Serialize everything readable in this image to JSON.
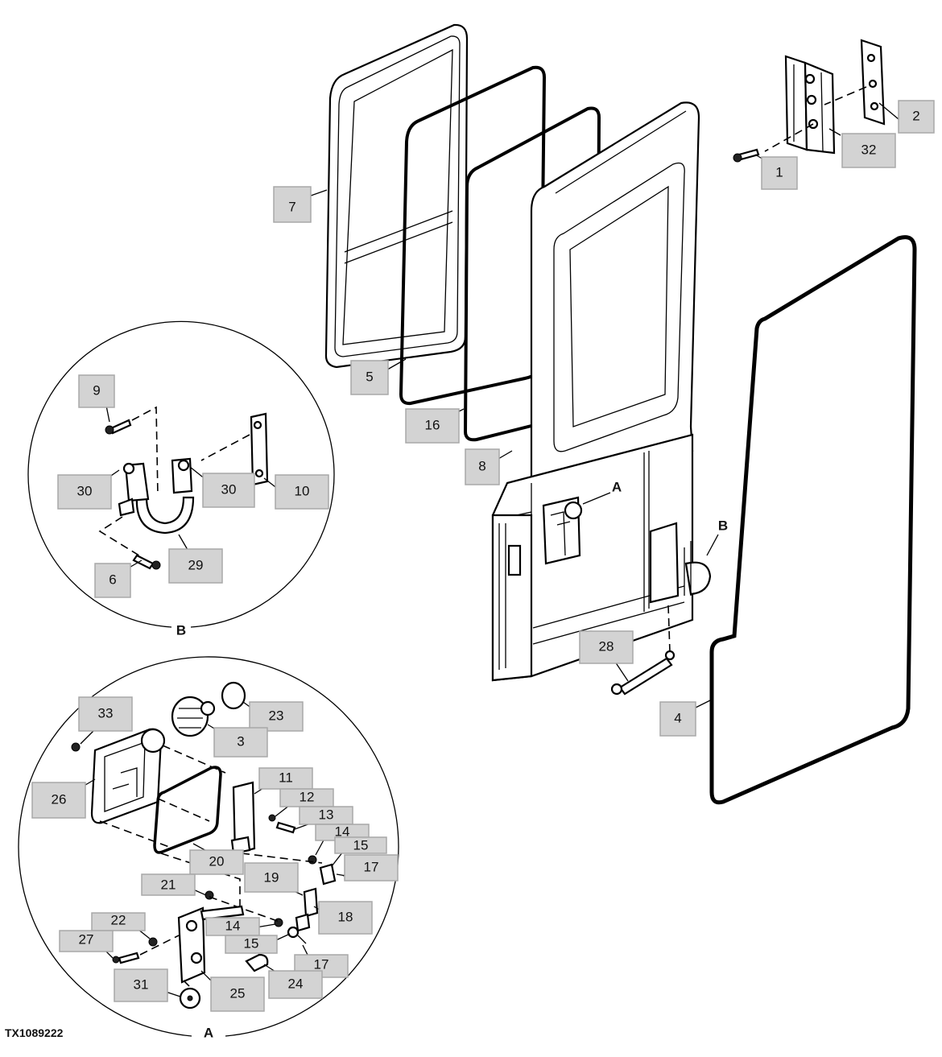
{
  "figure_id": "TX1089222",
  "details": {
    "A": "A",
    "B": "B"
  },
  "callouts": {
    "c1": "1",
    "c2": "2",
    "c32": "32",
    "c7": "7",
    "c5": "5",
    "c16": "16",
    "c8": "8",
    "c4": "4",
    "c28": "28",
    "c9": "9",
    "c30a": "30",
    "c30b": "30",
    "c10": "10",
    "c6": "6",
    "c29": "29",
    "c33": "33",
    "c23": "23",
    "c3": "3",
    "c26": "26",
    "c11": "11",
    "c12": "12",
    "c13": "13",
    "c14a": "14",
    "c15a": "15",
    "c17a": "17",
    "c20": "20",
    "c19": "19",
    "c18": "18",
    "c21": "21",
    "c22": "22",
    "c14b": "14",
    "c15b": "15",
    "c27": "27",
    "c17b": "17",
    "c24": "24",
    "c31": "31",
    "c25": "25"
  },
  "colors": {
    "callout_fill": "#d3d3d3",
    "callout_border": "#a8a8a8",
    "line": "#000000",
    "background": "#ffffff"
  }
}
